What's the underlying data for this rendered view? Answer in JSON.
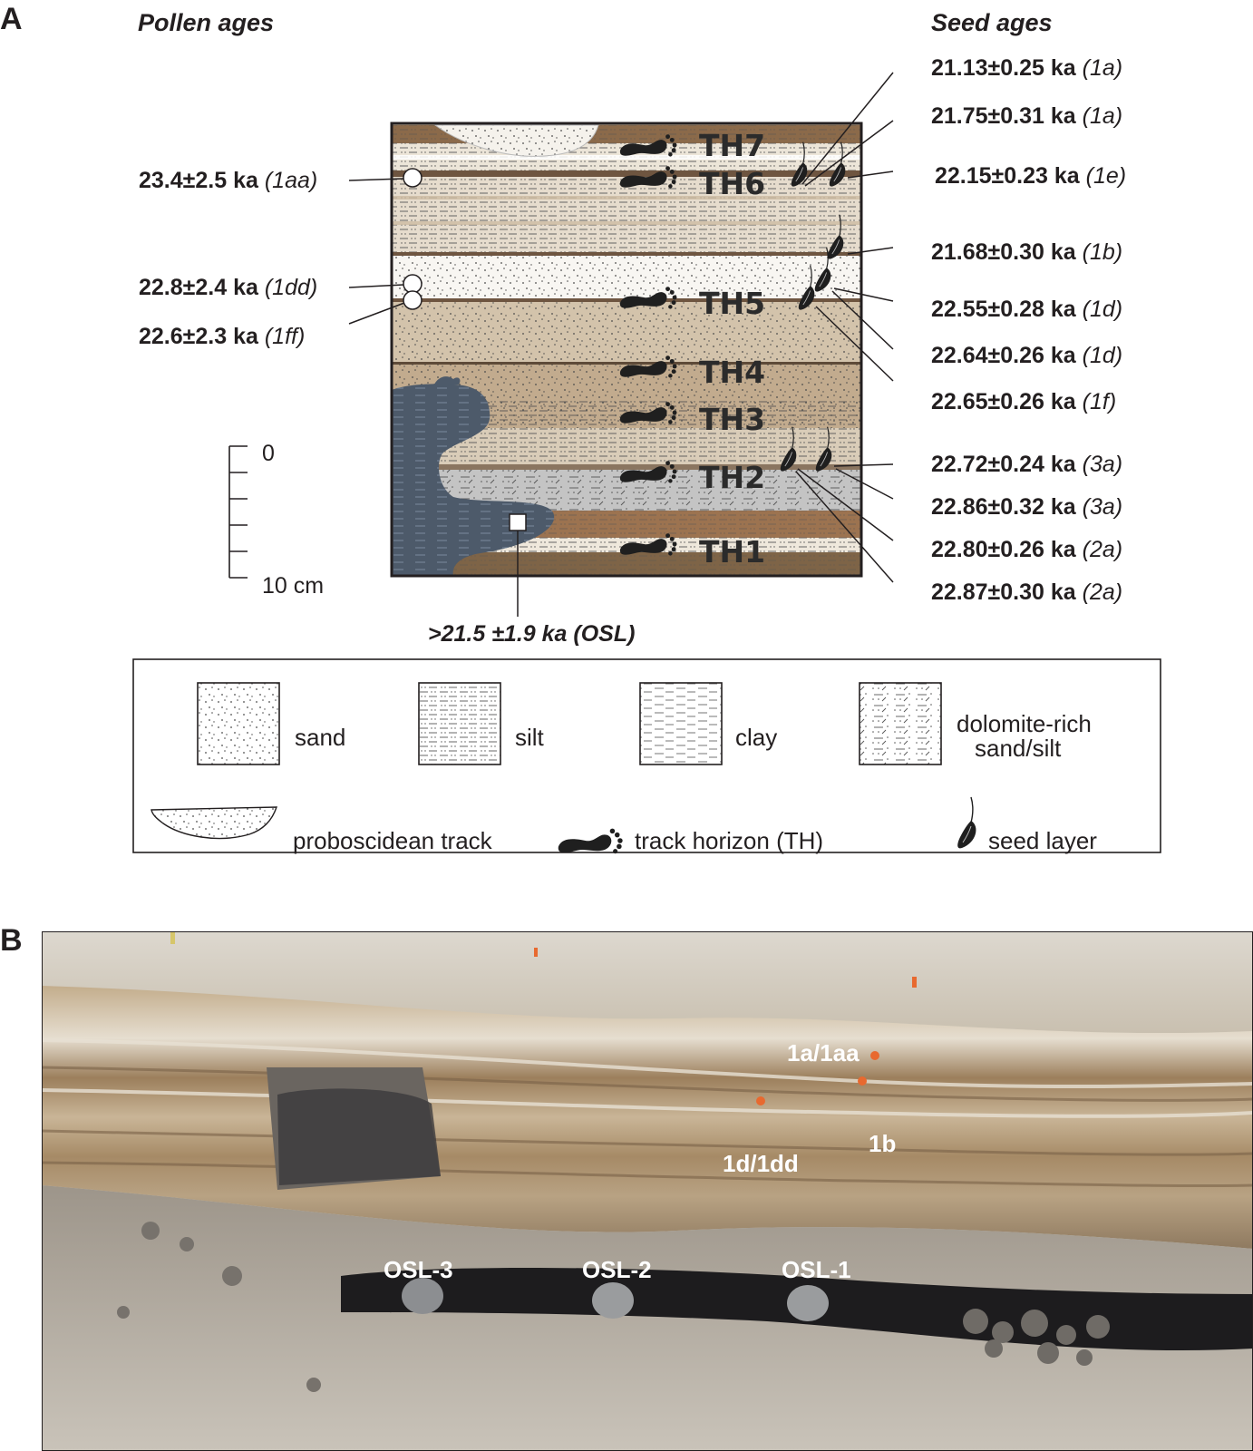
{
  "panel_a": {
    "letter": "A",
    "pollen_header": "Pollen ages",
    "seed_header": "Seed ages",
    "pollen_ages": [
      {
        "value": "23.4±2.5 ka",
        "sample": "(1aa)"
      },
      {
        "value": "22.8±2.4 ka",
        "sample": "(1dd)"
      },
      {
        "value": "22.6±2.3 ka",
        "sample": "(1ff)"
      }
    ],
    "seed_ages": [
      {
        "value": "21.13±0.25 ka",
        "sample": "(1a)"
      },
      {
        "value": "21.75±0.31 ka",
        "sample": "(1a)"
      },
      {
        "value": "22.15±0.23 ka",
        "sample": "(1e)"
      },
      {
        "value": "21.68±0.30 ka",
        "sample": "(1b)"
      },
      {
        "value": "22.55±0.28 ka",
        "sample": "(1d)"
      },
      {
        "value": "22.64±0.26 ka",
        "sample": "(1d)"
      },
      {
        "value": "22.65±0.26 ka",
        "sample": "(1f)"
      },
      {
        "value": "22.72±0.24 ka",
        "sample": "(3a)"
      },
      {
        "value": "22.86±0.32 ka",
        "sample": "(3a)"
      },
      {
        "value": "22.80±0.26 ka",
        "sample": "(2a)"
      },
      {
        "value": "22.87±0.30 ka",
        "sample": "(2a)"
      }
    ],
    "track_horizons": [
      "TH7",
      "TH6",
      "TH5",
      "TH4",
      "TH3",
      "TH2",
      "TH1"
    ],
    "osl_age": ">21.5 ±1.9 ka (OSL)",
    "scale": {
      "top": "0",
      "bottom": "10 cm"
    },
    "legend": {
      "sand": "sand",
      "silt": "silt",
      "clay": "clay",
      "dolomite_line1": "dolomite-rich",
      "dolomite_line2": "sand/silt",
      "proboscidean": "proboscidean track",
      "track_horizon": "track horizon (TH)",
      "seed_layer": "seed layer"
    }
  },
  "panel_b": {
    "letter": "B",
    "sample_labels": [
      "1a/1aa",
      "1b",
      "1d/1dd"
    ],
    "osl_labels": [
      "OSL-3",
      "OSL-2",
      "OSL-1"
    ]
  }
}
